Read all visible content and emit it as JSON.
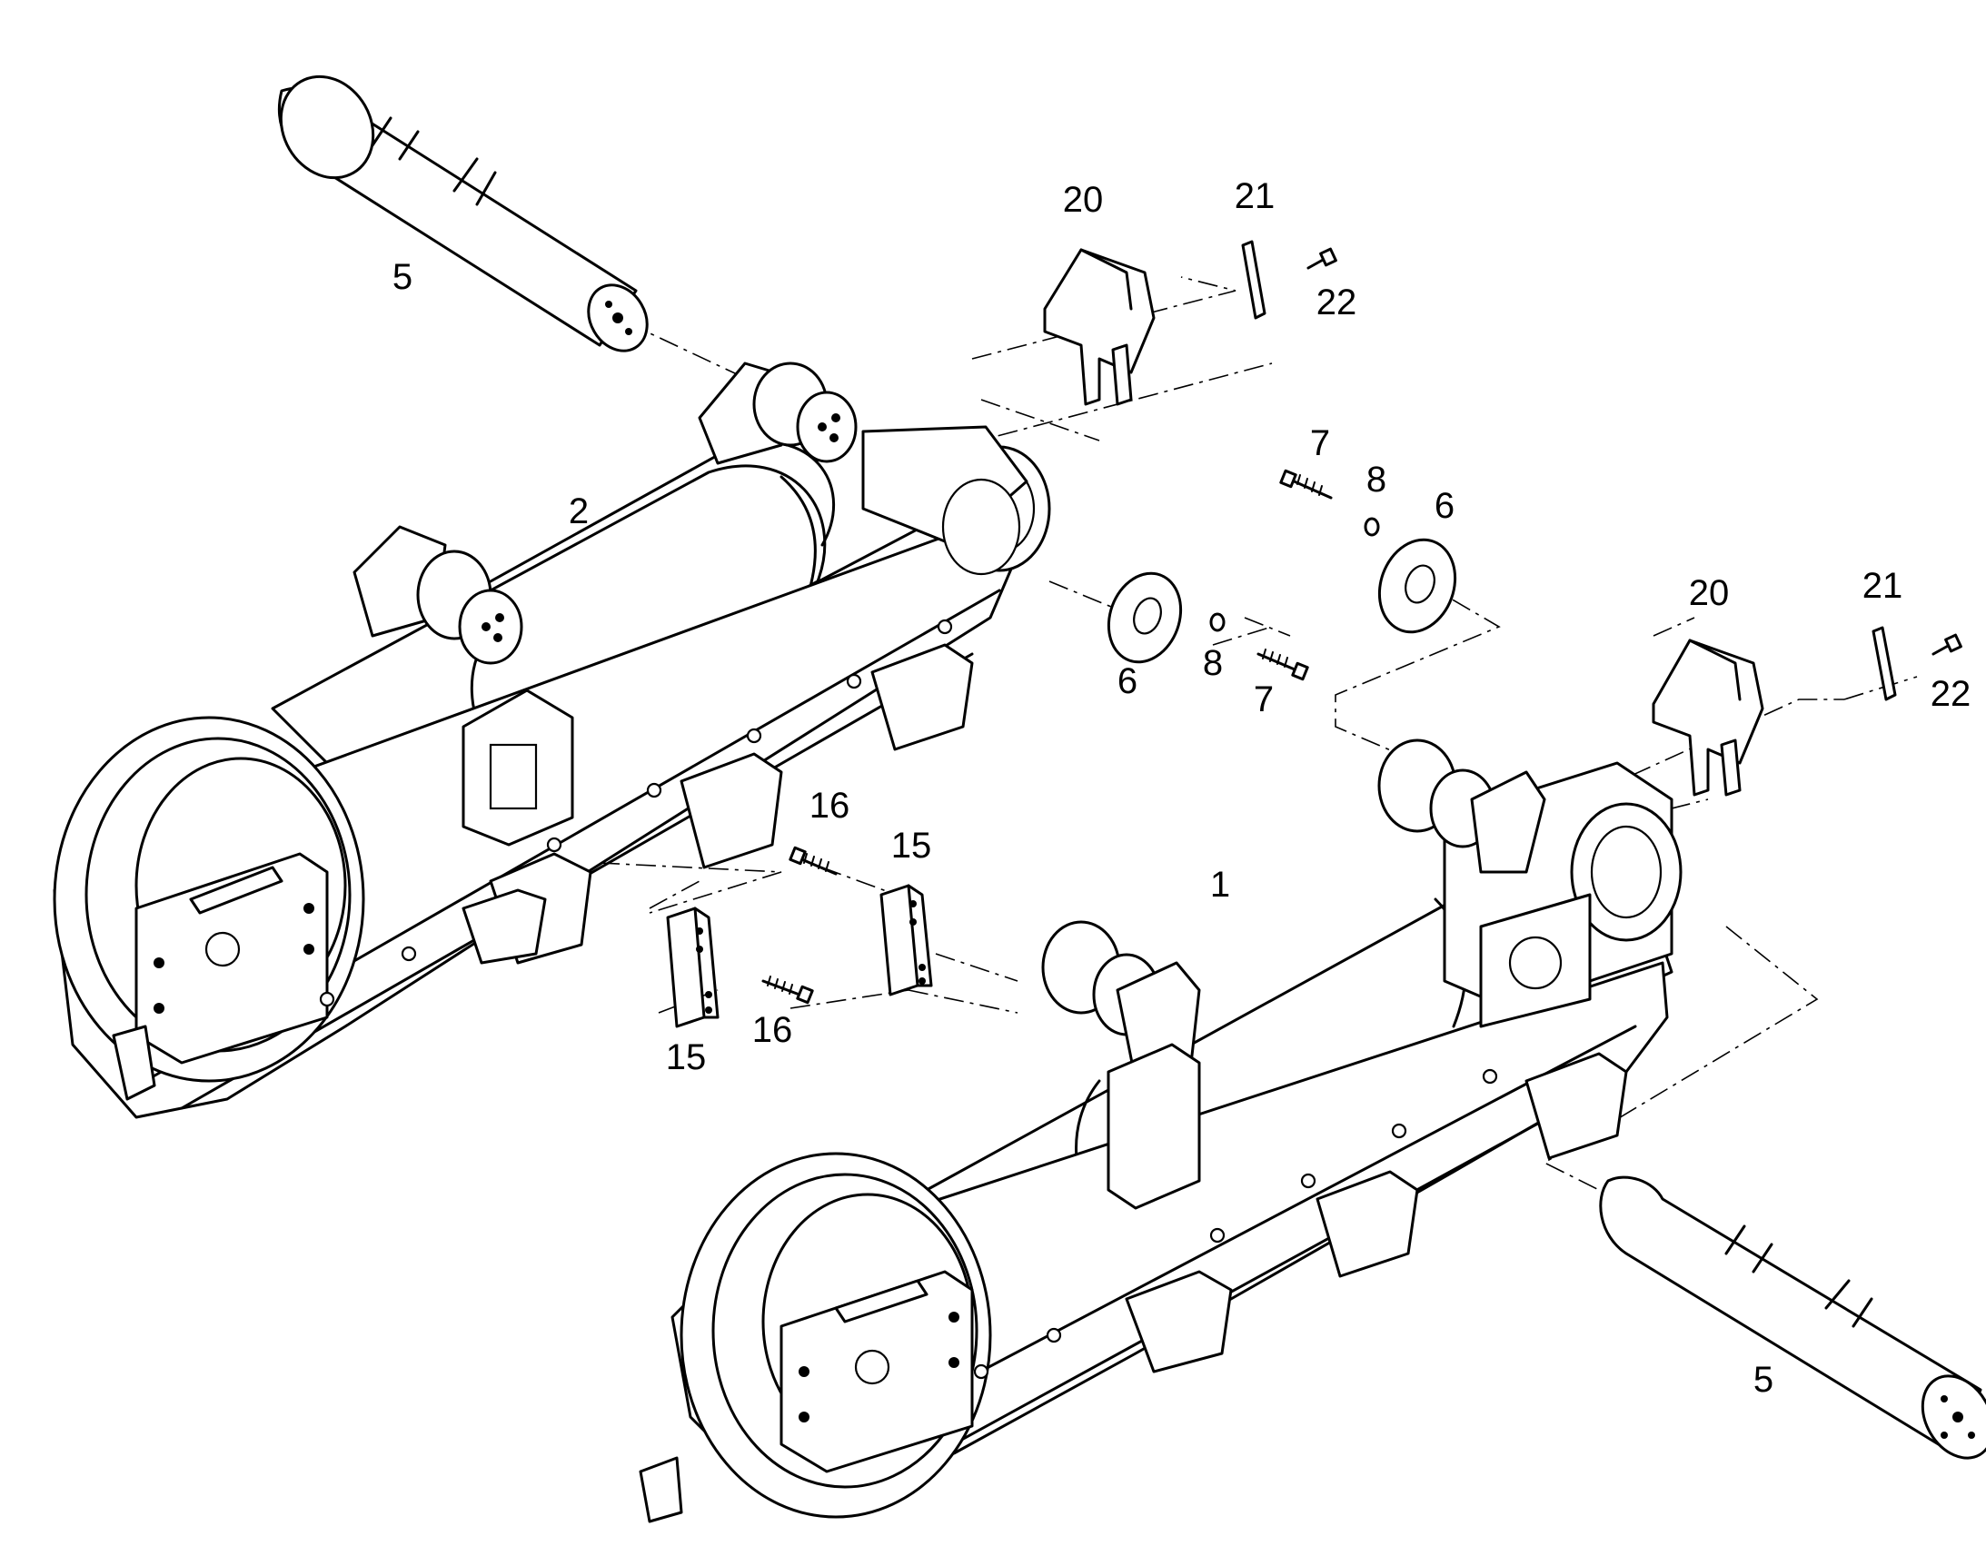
{
  "callouts": {
    "c1": "1",
    "c2": "2",
    "c5a": "5",
    "c5b": "5",
    "c6a": "6",
    "c6b": "6",
    "c7a": "7",
    "c7b": "7",
    "c8a": "8",
    "c8b": "8",
    "c15a": "15",
    "c15b": "15",
    "c16a": "16",
    "c16b": "16",
    "c20a": "20",
    "c20b": "20",
    "c21a": "21",
    "c21b": "21",
    "c22a": "22",
    "c22b": "22"
  },
  "colors": {
    "line": "#000000",
    "background": "#ffffff"
  }
}
